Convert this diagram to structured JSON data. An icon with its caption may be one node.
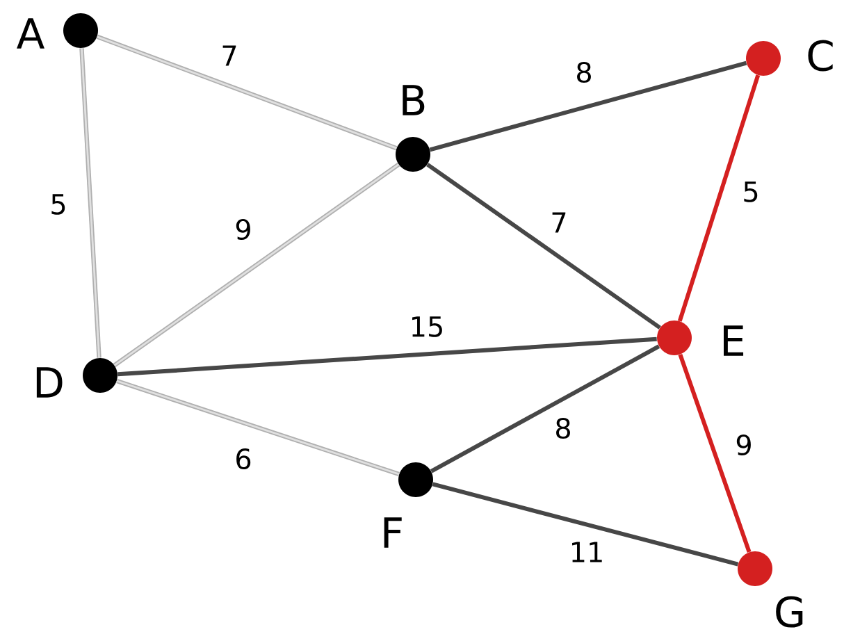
{
  "diagram": {
    "nodes": [
      {
        "text": [],
        "shape": "circle",
        "beside": [
          "A"
        ]
      },
      {
        "text": [],
        "shape": "circle",
        "beside": [
          "B"
        ]
      },
      {
        "text": [],
        "shape": "circle",
        "beside": [
          "C"
        ]
      },
      {
        "text": [],
        "shape": "circle",
        "beside": [
          "D"
        ]
      },
      {
        "text": [],
        "shape": "circle",
        "beside": [
          "E"
        ]
      },
      {
        "text": [],
        "shape": "circle",
        "beside": [
          "F"
        ]
      },
      {
        "text": [],
        "shape": "circle",
        "beside": [
          "G"
        ]
      }
    ],
    "edges": [
      {
        "from": 0,
        "to": 1,
        "arrow": "none",
        "label": "7",
        "color": "#b0b0b0"
      },
      {
        "from": 0,
        "to": 3,
        "arrow": "none",
        "label": "5",
        "color": "#b0b0b0"
      },
      {
        "from": 1,
        "to": 2,
        "arrow": "none",
        "label": "8"
      },
      {
        "from": 1,
        "to": 4,
        "arrow": "none",
        "label": "7"
      },
      {
        "from": 3,
        "to": 1,
        "arrow": "none",
        "label": "9",
        "color": "#b0b0b0"
      },
      {
        "from": 3,
        "to": 4,
        "arrow": "none",
        "label": "15"
      },
      {
        "from": 2,
        "to": 4,
        "arrow": "none",
        "label": "5",
        "color": "#d42020"
      },
      {
        "from": 3,
        "to": 5,
        "arrow": "none",
        "label": "6",
        "color": "#b0b0b0"
      },
      {
        "from": 4,
        "to": 5,
        "arrow": "none",
        "label": "8"
      },
      {
        "from": 4,
        "to": 6,
        "arrow": "none",
        "label": "9",
        "color": "#d42020"
      },
      {
        "from": 5,
        "to": 6,
        "arrow": "none",
        "label": "11"
      }
    ]
  }
}
